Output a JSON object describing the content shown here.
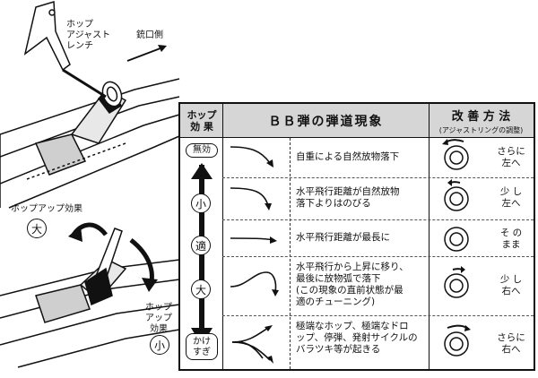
{
  "illustration": {
    "wrench_label": "ホップ\nアジャスト\nレンチ",
    "muzzle_label": "銃口側",
    "hop_effect_label": "ホップアップ効果",
    "big_mark": "大",
    "small_hop_label": "ホップ\nアップ\n効果",
    "small_mark": "小"
  },
  "table": {
    "headers": {
      "hop_effect": "ホップ\n効 果",
      "phenomenon": "ＢＢ弾の弾道現象",
      "method_title": "改 善 方 法",
      "method_sub": "(アジャストリングの調整)"
    },
    "scale": {
      "top": "無効",
      "small": "小",
      "proper": "適",
      "big": "大",
      "bottom": "かけ\nすぎ"
    },
    "rows": [
      {
        "phenomenon": "自重による自然放物落下",
        "method": "さらに\n左へ"
      },
      {
        "phenomenon": "水平飛行距離が自然放物\n落下よりはのびる",
        "method": "少 し\n左へ"
      },
      {
        "phenomenon": "水平飛行距離が最長に",
        "method": "そ の\nまま"
      },
      {
        "phenomenon": "水平飛行から上昇に移り、\n最後に放物弧で落下\n(この現象の直前状態が最\n適のチューニング)",
        "method": "少 し\n右へ"
      },
      {
        "phenomenon": "極端なホップ、極端なドロ\nップ、停弾、発射サイクルの\nバラツキ等が起きる",
        "method": "さらに\n右へ"
      }
    ]
  }
}
